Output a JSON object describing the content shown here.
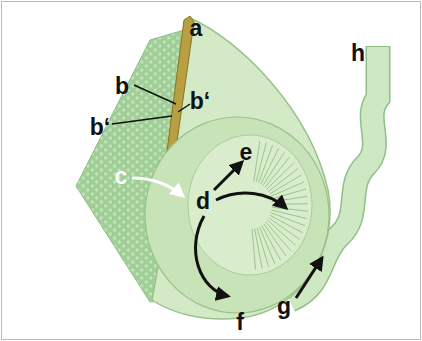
{
  "diagram": {
    "labels": [
      "a",
      "b",
      "b‘",
      "b‘",
      "c",
      "h",
      "e",
      "d",
      "f",
      "g"
    ]
  }
}
